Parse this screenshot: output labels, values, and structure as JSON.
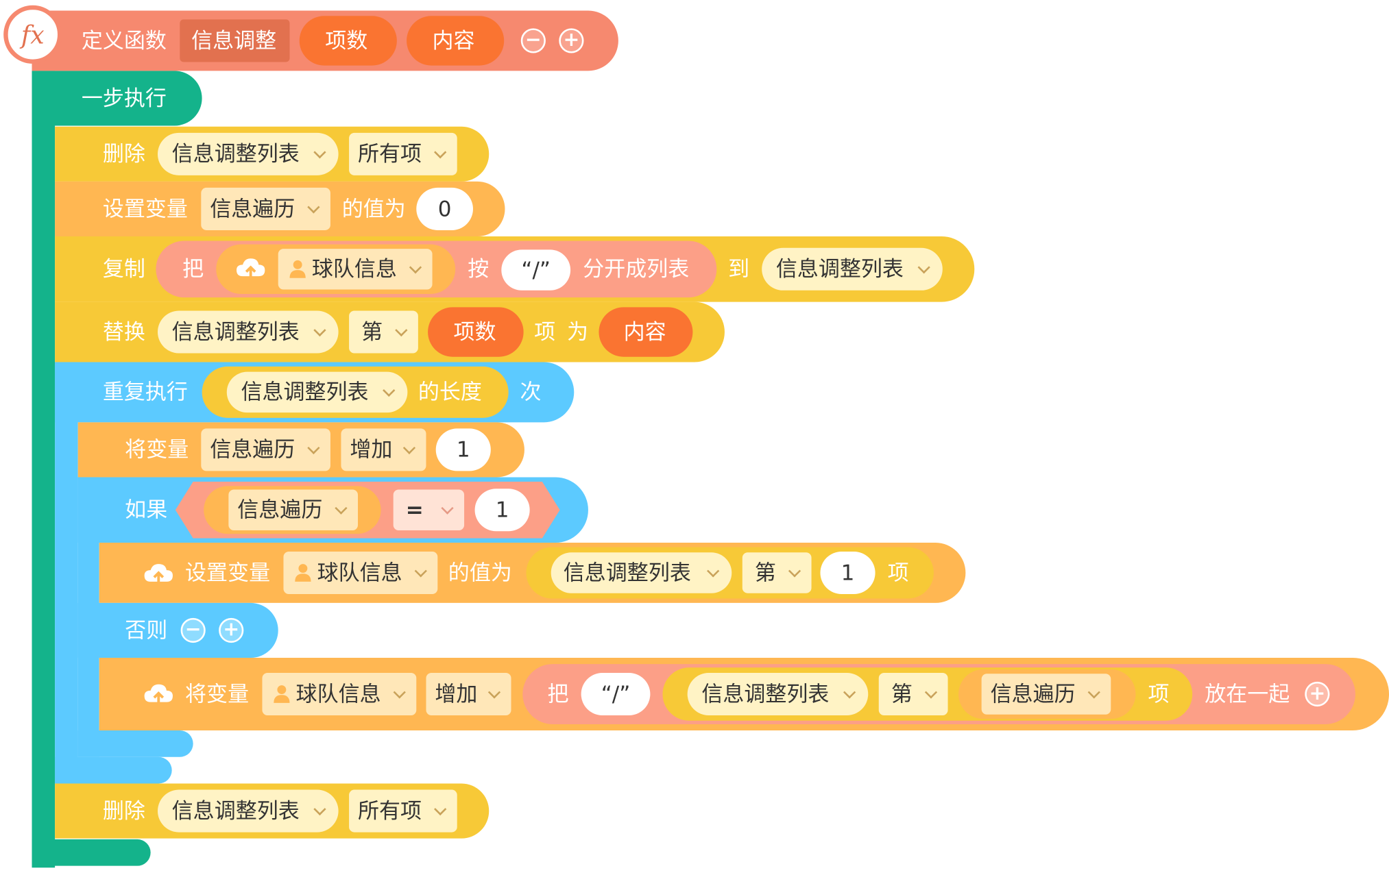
{
  "colors": {
    "function_header": "#f6896f",
    "function_dark": "#e2714f",
    "param_orange": "#fa7431",
    "step_green": "#14b38b",
    "list_yellow": "#f7c937",
    "var_orange": "#ffb752",
    "control_blue": "#5ccaff",
    "op_pink": "#fc9f87",
    "field_light": "#fff3c5",
    "field_peach": "#ffe7b8"
  },
  "icons": [
    "fx-icon",
    "cloud-icon",
    "person-icon",
    "chevron-down-icon",
    "minus-icon",
    "plus-icon"
  ],
  "header": {
    "fx": "fx",
    "define_label": "定义函数",
    "func_name": "信息调整",
    "param1": "项数",
    "param2": "内容",
    "minus": "−",
    "plus": "+"
  },
  "step": {
    "label": "一步执行"
  },
  "blocks": {
    "delete1": {
      "label": "删除",
      "list": "信息调整列表",
      "which": "所有项"
    },
    "setvar1": {
      "label": "设置变量",
      "var": "信息遍历",
      "mid": "的值为",
      "value": "0"
    },
    "copy": {
      "label": "复制",
      "ba": "把",
      "source": "球队信息",
      "by": "按",
      "sep": "“/”",
      "split": "分开成列表",
      "to": "到",
      "target": "信息调整列表"
    },
    "replace": {
      "label": "替换",
      "list": "信息调整列表",
      "nth": "第",
      "index": "项数",
      "item": "项",
      "as": "为",
      "content": "内容"
    },
    "repeat": {
      "label": "重复执行",
      "list": "信息调整列表",
      "length": "的长度",
      "times": "次"
    },
    "incr1": {
      "label": "将变量",
      "var": "信息遍历",
      "op": "增加",
      "value": "1"
    },
    "if": {
      "label": "如果",
      "var": "信息遍历",
      "eq": "=",
      "value": "1"
    },
    "setvar2": {
      "label": "设置变量",
      "var": "球队信息",
      "mid": "的值为",
      "list": "信息调整列表",
      "nth": "第",
      "index": "1",
      "item": "项"
    },
    "else": {
      "label": "否则",
      "minus": "−",
      "plus": "+"
    },
    "incr2": {
      "label": "将变量",
      "var": "球队信息",
      "op": "增加",
      "ba": "把",
      "sep": "“/”",
      "list": "信息调整列表",
      "nth": "第",
      "index_var": "信息遍历",
      "item": "项",
      "join": "放在一起",
      "plus": "+"
    },
    "delete2": {
      "label": "删除",
      "list": "信息调整列表",
      "which": "所有项"
    }
  }
}
